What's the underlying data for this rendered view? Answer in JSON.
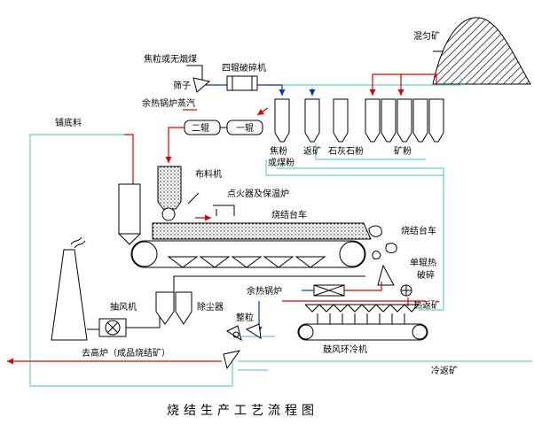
{
  "labels": {
    "mixed_ore": "混匀矿",
    "coke_anthracite": "焦粒或无烟煤",
    "four_roll_crusher": "四辊破碎机",
    "sieve": "筛子",
    "waste_heat_steam": "余热锅炉蒸汽",
    "two_roll": "二辊",
    "one_roll": "一辊",
    "bedding_material": "铺底料",
    "distributor": "布料机",
    "ignition_furnace": "点火器及保温炉",
    "sinter_trolley_a": "烧结台车",
    "sinter_trolley_b": "烧结台车",
    "coke_powder": "焦粉",
    "or_coal_powder": "或煤粉",
    "return_ore": "返矿",
    "limestone_powder": "石灰石粉",
    "ore_powder": "矿粉",
    "single_roll_crusher_1": "单辊热",
    "single_roll_crusher_2": "破碎",
    "hot_return_ore": "热返矿",
    "waste_heat_boiler": "余热锅炉",
    "exhaust_fan": "抽风机",
    "dust_collector": "除尘器",
    "sizing": "整粒",
    "to_blast_furnace": "去高炉（成品烧结矿）",
    "blast_ring_cooler": "鼓风环冷机",
    "cold_return_ore": "冷返矿",
    "diagram_title": "烧结生产工艺流程图"
  },
  "colors": {
    "line": "#000000",
    "cyan_flow": "#66cccc",
    "red_flow": "#e00000",
    "blue_flow": "#0033cc"
  }
}
